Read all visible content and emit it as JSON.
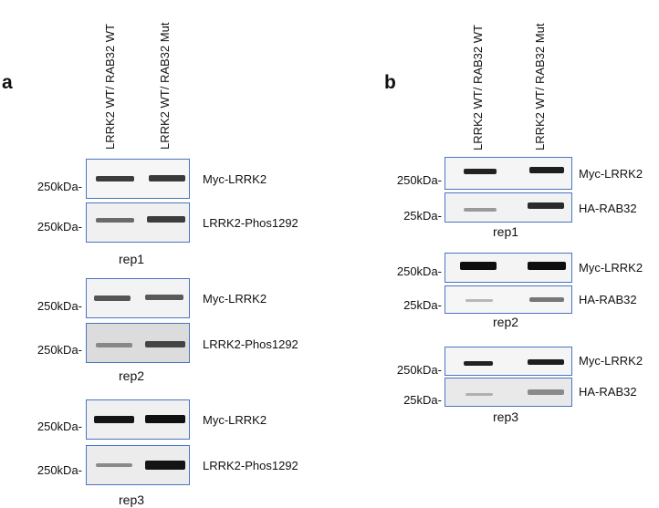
{
  "panel_a": {
    "letter": "a",
    "lanes": [
      "LRRK2 WT/ RAB32 WT",
      "LRRK2 WT/ RAB32 Mut"
    ],
    "replicates": [
      {
        "label": "rep1",
        "blots": [
          {
            "mw": "250kDa-",
            "antibody": "Myc-LRRK2"
          },
          {
            "mw": "250kDa-",
            "antibody": "LRRK2-Phos1292"
          }
        ]
      },
      {
        "label": "rep2",
        "blots": [
          {
            "mw": "250kDa-",
            "antibody": "Myc-LRRK2"
          },
          {
            "mw": "250kDa-",
            "antibody": "LRRK2-Phos1292"
          }
        ]
      },
      {
        "label": "rep3",
        "blots": [
          {
            "mw": "250kDa-",
            "antibody": "Myc-LRRK2"
          },
          {
            "mw": "250kDa-",
            "antibody": "LRRK2-Phos1292"
          }
        ]
      }
    ]
  },
  "panel_b": {
    "letter": "b",
    "lanes": [
      "LRRK2 WT/ RAB32 WT",
      "LRRK2 WT/ RAB32 Mut"
    ],
    "replicates": [
      {
        "label": "rep1",
        "blots": [
          {
            "mw": "250kDa-",
            "antibody": "Myc-LRRK2"
          },
          {
            "mw": "25kDa-",
            "antibody": "HA-RAB32"
          }
        ]
      },
      {
        "label": "rep2",
        "blots": [
          {
            "mw": "250kDa-",
            "antibody": "Myc-LRRK2"
          },
          {
            "mw": "25kDa-",
            "antibody": "HA-RAB32"
          }
        ]
      },
      {
        "label": "rep3",
        "blots": [
          {
            "mw": "250kDa-",
            "antibody": "Myc-LRRK2"
          },
          {
            "mw": "25kDa-",
            "antibody": "HA-RAB32"
          }
        ]
      }
    ]
  }
}
